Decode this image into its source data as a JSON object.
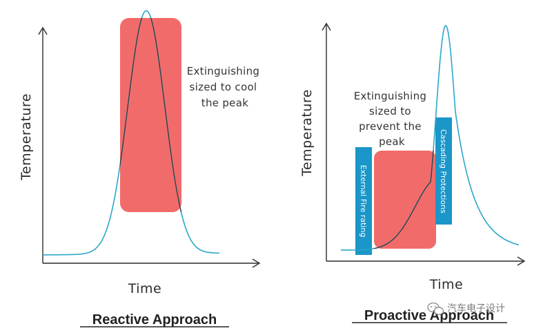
{
  "colors": {
    "axis": "#2b2b2b",
    "curve_edge": "#2aa6c9",
    "curve_core": "#3a3a3a",
    "zone": "#f26b6b",
    "tag": "#1a96c8"
  },
  "left_panel": {
    "caption": "Reactive Approach",
    "x_label": "Time",
    "y_label": "Temperature",
    "annotation": [
      "Extinguishing",
      "sized to cool",
      "the peak"
    ]
  },
  "right_panel": {
    "caption": "Proactive Approach",
    "x_label": "Time",
    "y_label": "Temperature",
    "annotation": [
      "Extinguishing",
      "sized to",
      "prevent the",
      "peak"
    ],
    "tag_external": "External Fire rating",
    "tag_cascading": "Cascading Protections"
  },
  "watermark": {
    "icon": "wechat-icon",
    "text": "汽车电子设计"
  }
}
